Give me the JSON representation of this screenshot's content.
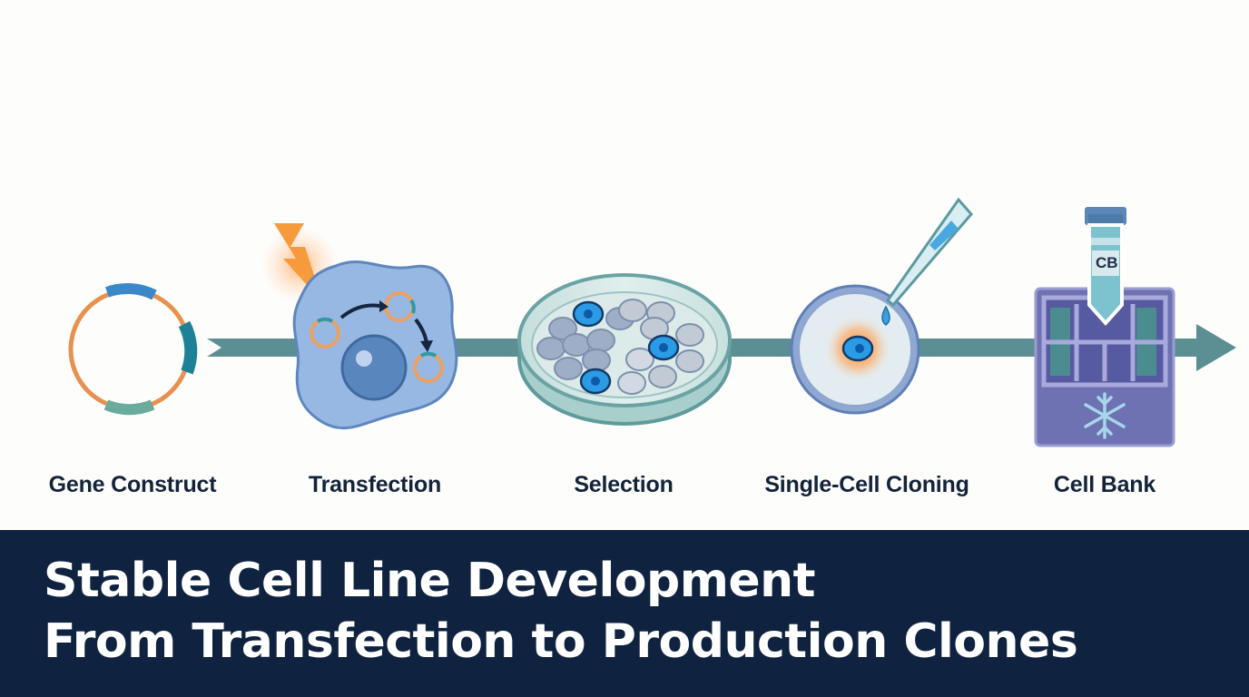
{
  "diagram": {
    "type": "process-flow",
    "steps": [
      {
        "label": "Gene Construct",
        "icon": "plasmid-icon"
      },
      {
        "label": "Transfection",
        "icon": "cell-transfection-icon"
      },
      {
        "label": "Selection",
        "icon": "petri-dish-icon"
      },
      {
        "label": "Single-Cell Cloning",
        "icon": "single-cell-pipette-icon"
      },
      {
        "label": "Cell Bank",
        "icon": "cryo-storage-icon"
      }
    ],
    "tube_label": "CB"
  },
  "title": {
    "line1": "Stable Cell Line Development",
    "line2": "From Transfection to Production Clones"
  },
  "colors": {
    "banner": "#0f2340",
    "arrow": "#5a8f92",
    "plasmid": "#e8914f",
    "cell": "#8fb3df",
    "highlight_cell": "#2b9be6",
    "freezer": "#6c6fb0",
    "glow": "#f88a2a"
  }
}
